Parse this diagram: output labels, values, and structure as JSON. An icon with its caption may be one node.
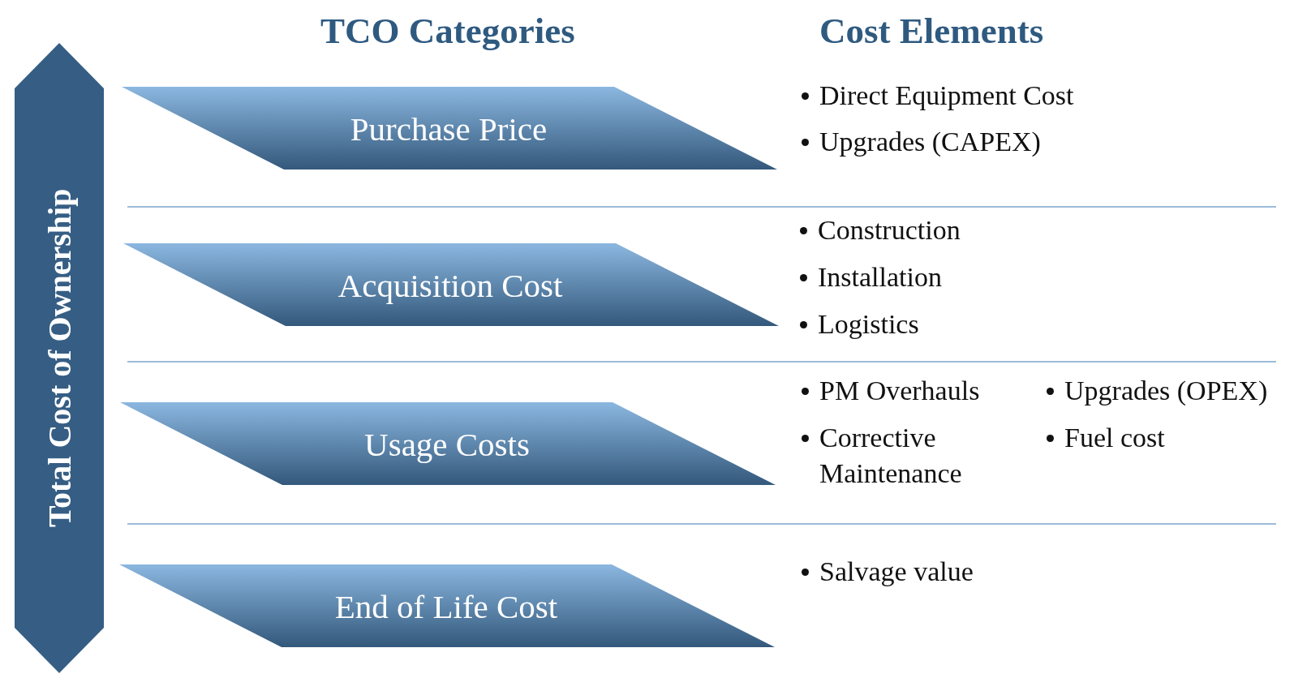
{
  "diagram": {
    "nodes": [
      {
        "text": [
          "Total Cost of Ownership"
        ]
      },
      {
        "text": [
          "Purchase Price"
        ],
        "beside": [
          "Direct Equipment Cost",
          "Upgrades (CAPEX)"
        ]
      },
      {
        "text": [
          "Acquisition Cost"
        ],
        "beside": [
          "Construction",
          "Installation",
          "Logistics"
        ]
      },
      {
        "text": [
          "Usage Costs"
        ],
        "beside": [
          "PM Overhauls",
          "Corrective Maintenance",
          "Upgrades (OPEX)",
          "Fuel cost"
        ]
      },
      {
        "text": [
          "End of Life Cost"
        ],
        "beside": [
          "Salvage value"
        ]
      }
    ],
    "labels": [
      "TCO Categories",
      "Cost Elements"
    ]
  }
}
